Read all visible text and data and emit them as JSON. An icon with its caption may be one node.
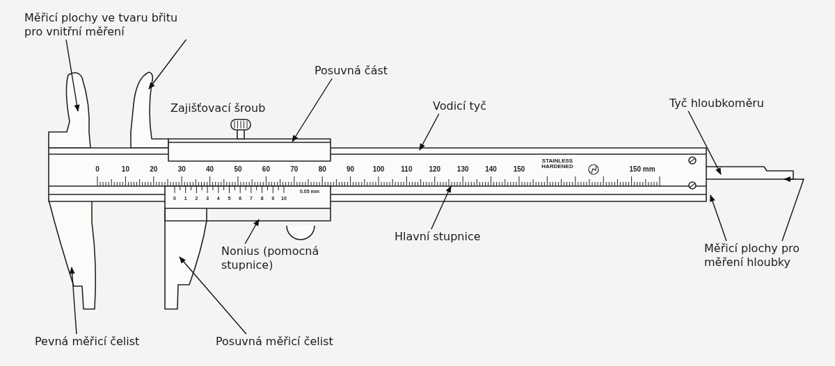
{
  "diagram": {
    "nodes": [
      {
        "text": [
          "Měřicí plochy ve tvaru břitu pro vnitřní měření"
        ]
      },
      {
        "text": [
          "Posuvná část"
        ]
      },
      {
        "text": [
          "Vodicí tyč"
        ]
      },
      {
        "text": [
          "Tyč hloubkoměru"
        ]
      },
      {
        "text": [
          "Měřicí plochy pro měření hloubky"
        ]
      },
      {
        "text": [
          "Hlavní stupnice"
        ]
      },
      {
        "text": [
          "Nonius (pomocná stupnice)"
        ]
      },
      {
        "text": [
          "Pevná měřicí čelist"
        ]
      },
      {
        "text": [
          "Posuvná měřicí čelist"
        ]
      }
    ],
    "edges": [
      {
        "from": 0,
        "to": null,
        "arrow": "to"
      },
      {
        "from": 0,
        "to": null,
        "arrow": "to"
      },
      {
        "from": 1,
        "to": null,
        "arrow": "to"
      },
      {
        "from": 2,
        "to": null,
        "arrow": "to"
      },
      {
        "from": 3,
        "to": null,
        "arrow": "to"
      },
      {
        "from": 4,
        "to": null,
        "arrow": "to"
      },
      {
        "from": 4,
        "to": null,
        "arrow": "to"
      },
      {
        "from": 5,
        "to": null,
        "arrow": "to"
      },
      {
        "from": 6,
        "to": null,
        "arrow": "to"
      },
      {
        "from": 7,
        "to": null,
        "arrow": "to"
      },
      {
        "from": 8,
        "to": null,
        "arrow": "to"
      }
    ],
    "labels": [
      "0",
      "10",
      "20",
      "30",
      "40",
      "50",
      "60",
      "70",
      "80",
      "90",
      "100",
      "110",
      "120",
      "130",
      "140",
      "150",
      "150 mm",
      "STAINLESS HARDENED",
      "0",
      "1",
      "2",
      "3",
      "4",
      "5",
      "6",
      "7",
      "8",
      "9",
      "10",
      "0.05 mm",
      "Zajišťovací šroub"
    ]
  }
}
